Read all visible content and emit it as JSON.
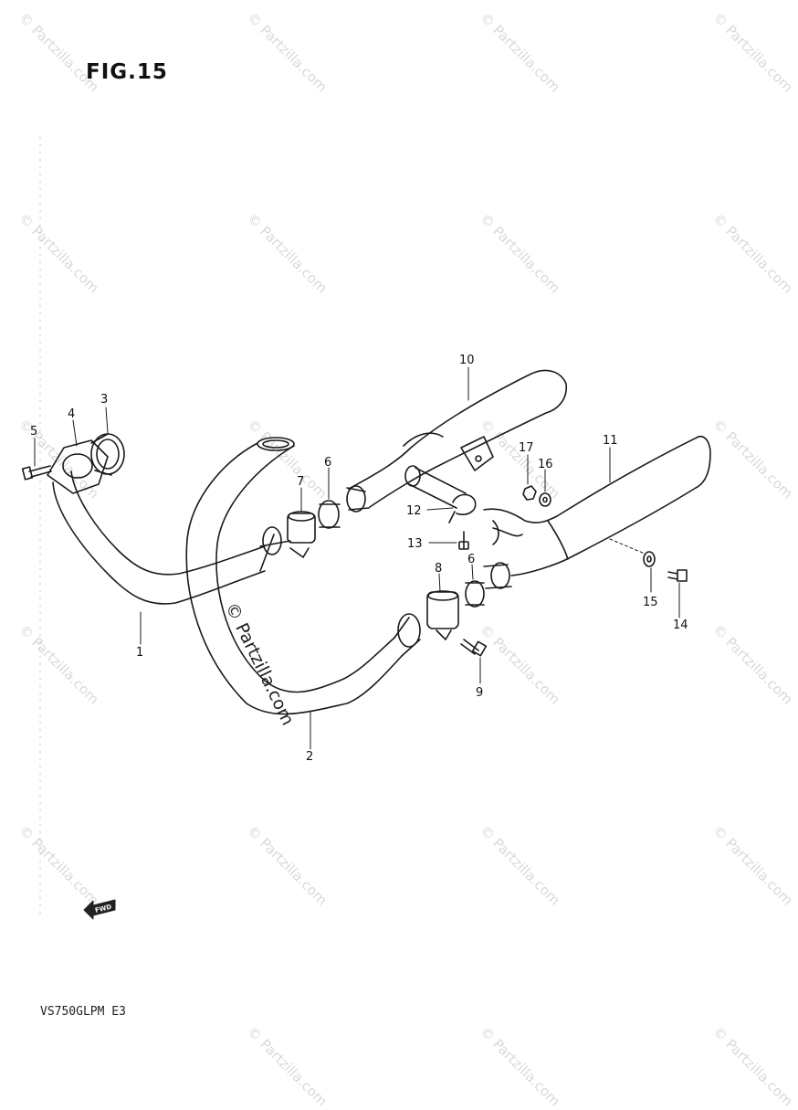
{
  "figure": {
    "title": "FIG.15",
    "model": "VS750GLPM  E3"
  },
  "copyright": "© Partzilla.com",
  "watermark": "© Partzilla.com",
  "fwd_label": "FWD",
  "footer_text": "",
  "callouts": [
    "1",
    "2",
    "3",
    "4",
    "5",
    "6",
    "6",
    "7",
    "8",
    "9",
    "10",
    "11",
    "12",
    "13",
    "14",
    "15",
    "16",
    "17"
  ]
}
